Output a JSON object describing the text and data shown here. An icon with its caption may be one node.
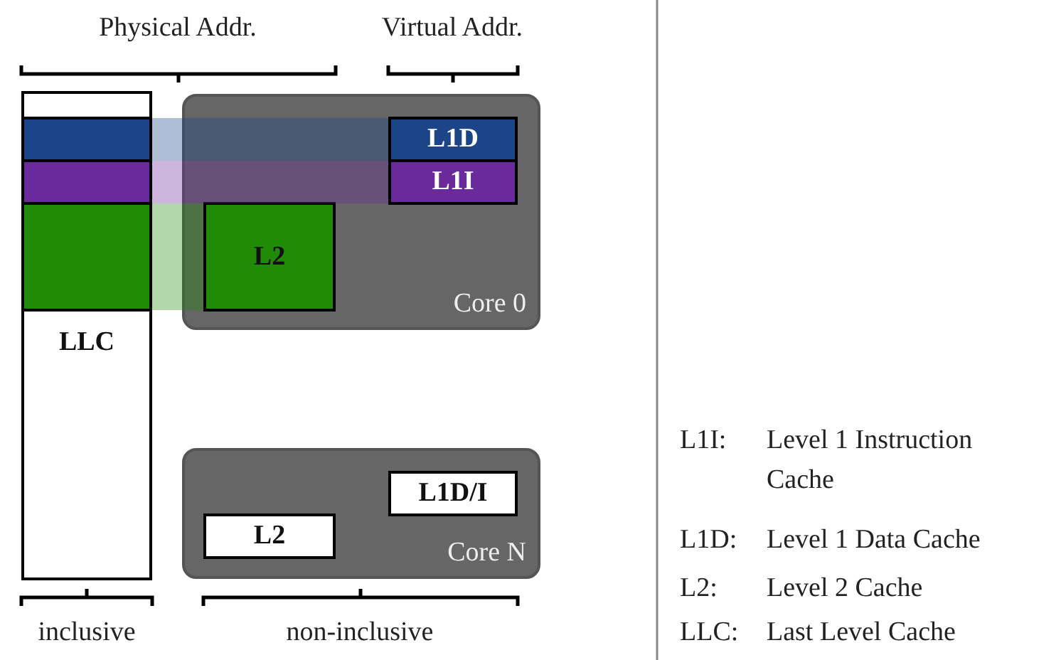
{
  "diagram": {
    "nodes": [
      {
        "text": [
          "LLC"
        ]
      },
      {
        "text": [],
        "shape": "bar",
        "in": 0
      },
      {
        "text": [],
        "shape": "bar",
        "in": 0
      },
      {
        "text": [],
        "shape": "bar",
        "in": 0
      },
      {
        "text": [
          "Core 0"
        ]
      },
      {
        "text": [
          "L1D"
        ],
        "in": 4
      },
      {
        "text": [
          "L1I"
        ],
        "in": 4
      },
      {
        "text": [
          "L2"
        ],
        "in": 4
      },
      {
        "text": [
          "Core N"
        ]
      },
      {
        "text": [
          "L1D/I"
        ],
        "in": 8
      },
      {
        "text": [
          "L2"
        ],
        "in": 8
      }
    ],
    "edges": [
      {
        "from": 1,
        "to": 5,
        "arrow": "none",
        "style": "thick",
        "color": "#1c4587"
      },
      {
        "from": 2,
        "to": 6,
        "arrow": "none",
        "style": "thick",
        "color": "#6b2a9b"
      },
      {
        "from": 3,
        "to": 7,
        "arrow": "none",
        "style": "thick",
        "color": "#218a07"
      }
    ],
    "labels": [
      "Physical Addr.",
      "Virtual Addr.",
      "L1I:",
      "Level 1 Instruction Cache",
      "L1D:",
      "Level 1 Data Cache",
      "L2:",
      "Level 2 Cache",
      "inclusive",
      "non-inclusive",
      "LLC:",
      "Last Level Cache"
    ]
  }
}
